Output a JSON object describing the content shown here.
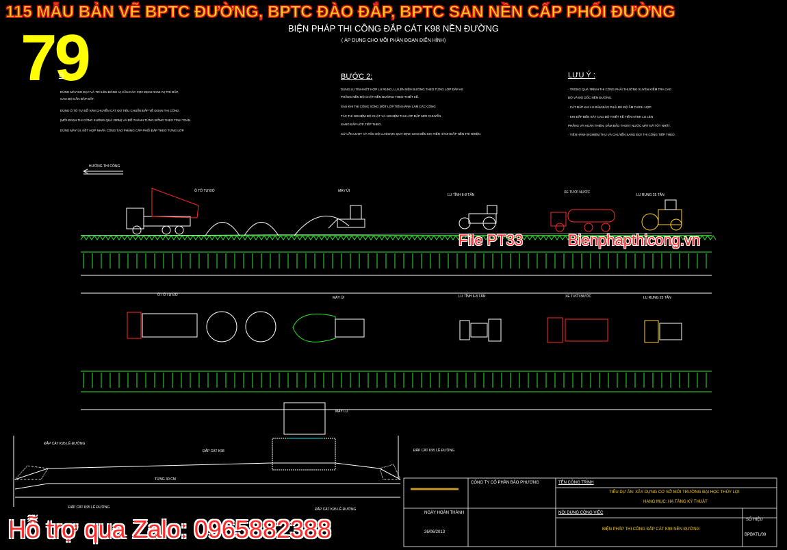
{
  "banner": "115 MẪU BẢN VẼ BPTC ĐƯỜNG, BPTC ĐÀO ĐẮP, BPTC SAN NỀN CẤP PHỐI ĐƯỜNG",
  "big_number": "79",
  "title": "BIỆN PHÁP THI CÔNG ĐẮP CÁT K98 NỀN ĐƯỜNG",
  "subtitle": "( ÁP DỤNG CHO MỖI PHÂN ĐOẠN ĐIỂN HÌNH)",
  "step1": {
    "header": "B",
    "lines": [
      "DÙNG MÁY ĐO ĐẠC VÀ TRÍ LÊN ĐÓNG VỊ CẦN CÁC CỌC ĐỊNH RANH VỊ TRÍ ĐẮP,",
      "CAO ĐỘ CẦN ĐẮP ĐẤT.",
      "DÙNG Ô TÔ TỰ ĐỔ VẬN CHUYỂN CÁT ĐÚ TIÊU CHUẨN ĐẮP VỀ ĐOẠN THI CÔNG",
      "(MỖI ĐOẠN THI CÔNG KHÔNG QUÁ 200M) VÀ ĐỔ THÀNH TỪNG ĐỐNG THEO TÍNH TOÁN.",
      "DÙNG MÁY ỦI, KẾT HỢP NHÂN CÔNG TẠO PHẲNG CẤP PHỐI ĐẮP THEO TỪNG LỚP."
    ]
  },
  "step2": {
    "header": "BƯỚC 2:",
    "lines": [
      "DÙNG LU TĨNH KẾT HỢP LU RUNG, LU LÊN NỀN ĐƯỜNG THEO TỪNG LỚP ĐẮP AS",
      "PHẲNG NỀN ĐỘ CHẶT NỀN ĐƯỜNG THEO THIẾT KẾ.",
      "SAU KHI THI CÔNG XONG MỘT LỚP TIẾN HÀNH LÀM CÁC CÔNG",
      "TÁC THÍ NGHIỆM ĐỘ CHẶT VÀ NGHIỆM THU LỚP ĐẮP MỚI CHUYỂN",
      "SANG ĐẮP LỚP TIẾP THEO.",
      "CỨ LẦN LƯỢT VÀ TỐC ĐỘ LU ĐƯỢC QUY ĐỊNH CHO ĐẾN KHI TIẾN HÀNH ĐẮP NỀN TRÌ NHIỆN."
    ]
  },
  "notes": {
    "header": "LƯU Ý :",
    "lines": [
      "- TRONG QUÁ TRÌNH THI CÔNG PHẢI THƯỜNG XUYÊN KIỂM TRA CAO",
      "  ĐỘ VÀ ĐỘ DỐC NỀN ĐƯỜNG.",
      "- CÁT ĐẮP KHI LU ĐẢM BẢO PHẢI ĐỦ ĐỘ ẨM THÍCH HỢP.",
      "- KHI ĐẮP ĐẾN SÁT CAO ĐỘ THIẾT KẾ TIẾN HÀNH LU LÈN",
      "  PHẲNG VÀ HOÀN THIỆN, ĐẢM BẢO THOÁT NƯỚC MẶT ĐÃ TỐT NHẤT.",
      "- TIẾN HÀNH NGHIỆM THU VÀ CHUYỂN SANG ĐỢI THI CÔNG TIẾP THEO."
    ]
  },
  "direction_label": "HƯỚNG THI CÔNG",
  "elevation_labels": {
    "dump_truck": "Ô TÔ TỰ ĐỔ",
    "bulldozer": "MÁY ỦI",
    "static_roller": "LU TĨNH 6-8 TẤN",
    "water_truck": "XE TƯỚI NƯỚC",
    "vibro_roller": "LU RUNG 25 TẤN"
  },
  "plan_labels": {
    "dump_truck": "Ô TÔ TỰ ĐỔ",
    "bulldozer": "MÁY ỦI",
    "static_roller": "LU TĨNH 6-8 TẤN",
    "water_truck": "XE TƯỚI NƯỚC",
    "vibro_roller": "LU RUNG 25 TẤN"
  },
  "watermark_file": "File PT33",
  "watermark_site": "Bienphapthicong.vn",
  "section_labels": {
    "roller": "MÁY LU",
    "sand_k98": "ĐẮP CÁT K98",
    "left_slope": "ĐẮP CÁT K95 LỀ ĐƯỜNG",
    "right_slope": "ĐẮP CÁT K95 LỀ ĐƯỜNG",
    "layer": "TỪNG 30 CM",
    "bottom_left": "ĐẮP CÁT K95 LỀ ĐƯỜNG",
    "bottom_right": "ĐẮP CÁT K95 LỀ ĐƯỜNG"
  },
  "title_block": {
    "company": "CÔNG TY CỔ PHẦN BẢO PHƯƠNG",
    "project_label": "TÊN CÔNG TRÌNH",
    "project_line1": "TIỂU DỰ ÁN: XÂY DỰNG CƠ SỞ MỚI TRƯỜNG ĐẠI HỌC THỦY LỢI",
    "project_line2": "HẠNG MỤC: HẠ TẦNG KỸ THUẬT",
    "date_label": "NGÀY HOÀN THÀNH",
    "date_value": "26/06/2013",
    "content_label": "NỘI DUNG CÔNG VIỆC",
    "content_value": "BIỆN PHÁP THI CÔNG ĐẮP CÁT K98 NỀN ĐƯỜNG",
    "number_label": "SỐ HIỆU",
    "number_value": "BPBKTL/09"
  },
  "zalo": "Hỗ trợ qua Zalo: 0965882388",
  "colors": {
    "yellow": "#ffff00",
    "red": "#ff2a2a",
    "green": "#2ee82e",
    "white": "#ffffff"
  }
}
